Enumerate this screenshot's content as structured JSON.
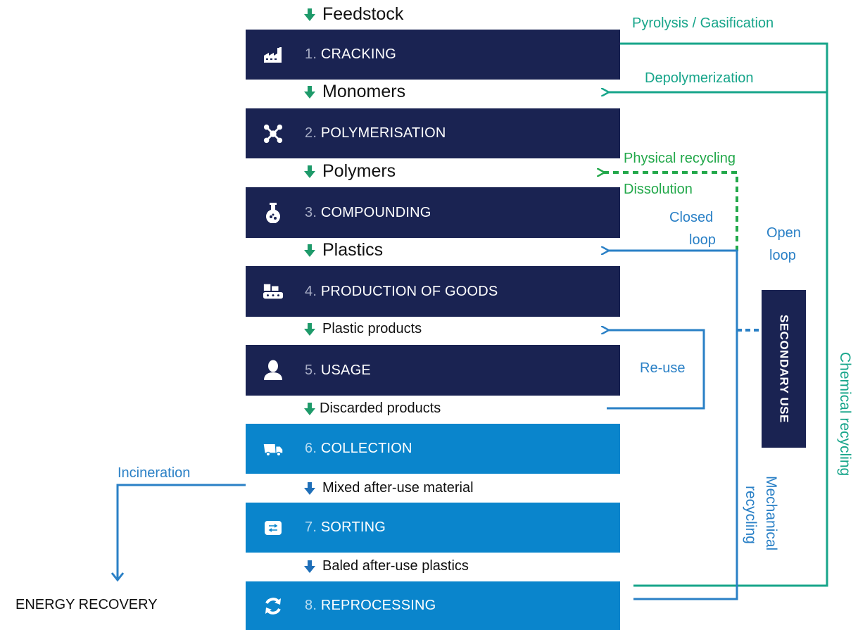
{
  "stages": [
    {
      "num": "1.",
      "name": "CRACKING",
      "icon": "factory-icon"
    },
    {
      "num": "2.",
      "name": "POLYMERISATION",
      "icon": "molecule-icon"
    },
    {
      "num": "3.",
      "name": "COMPOUNDING",
      "icon": "flask-icon"
    },
    {
      "num": "4.",
      "name": "PRODUCTION OF GOODS",
      "icon": "conveyor-icon"
    },
    {
      "num": "5.",
      "name": "USAGE",
      "icon": "person-icon"
    },
    {
      "num": "6.",
      "name": "COLLECTION",
      "icon": "truck-icon"
    },
    {
      "num": "7.",
      "name": "SORTING",
      "icon": "sorting-icon"
    },
    {
      "num": "8.",
      "name": "REPROCESSING",
      "icon": "recycle-icon"
    }
  ],
  "flows": [
    "Feedstock",
    "Monomers",
    "Polymers",
    "Plastics",
    "Plastic products",
    "Discarded products",
    "Mixed after-use material",
    "Baled after-use plastics"
  ],
  "annotations": {
    "pyrolysis": "Pyrolysis / Gasification",
    "depolymerization": "Depolymerization",
    "physical_recycling": "Physical recycling",
    "dissolution": "Dissolution",
    "closed": "Closed",
    "loop1": "loop",
    "open": "Open",
    "loop2": "loop",
    "reuse": "Re-use",
    "incineration": "Incineration",
    "energy_recovery": "ENERGY RECOVERY",
    "secondary_use": "SECONDARY USE",
    "mechanical": "Mechanical",
    "recycling": "recycling",
    "chemical_recycling": "Chemical recycling"
  },
  "colors": {
    "dark_box": "#1a2352",
    "light_box": "#0a85cc",
    "teal": "#17a58a",
    "green": "#22a84a",
    "blue": "#2a80c6",
    "flow_arrow_dark": "#1e9a6a",
    "flow_arrow_light": "#1f6fb8"
  }
}
